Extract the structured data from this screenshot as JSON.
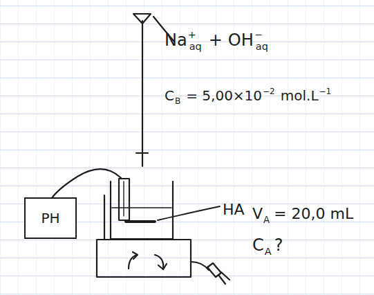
{
  "diagram": {
    "nodes": [
      {
        "text": [
          "PH"
        ]
      }
    ],
    "labels": [
      "Na",
      "+",
      "aq",
      "+",
      "OH",
      "−",
      "aq",
      "C",
      "B",
      "= 5,00×10",
      "−2",
      "mol.L",
      "−1",
      "HA",
      "V",
      "A",
      "= 20,0 mL",
      "C",
      "A",
      "?"
    ]
  }
}
